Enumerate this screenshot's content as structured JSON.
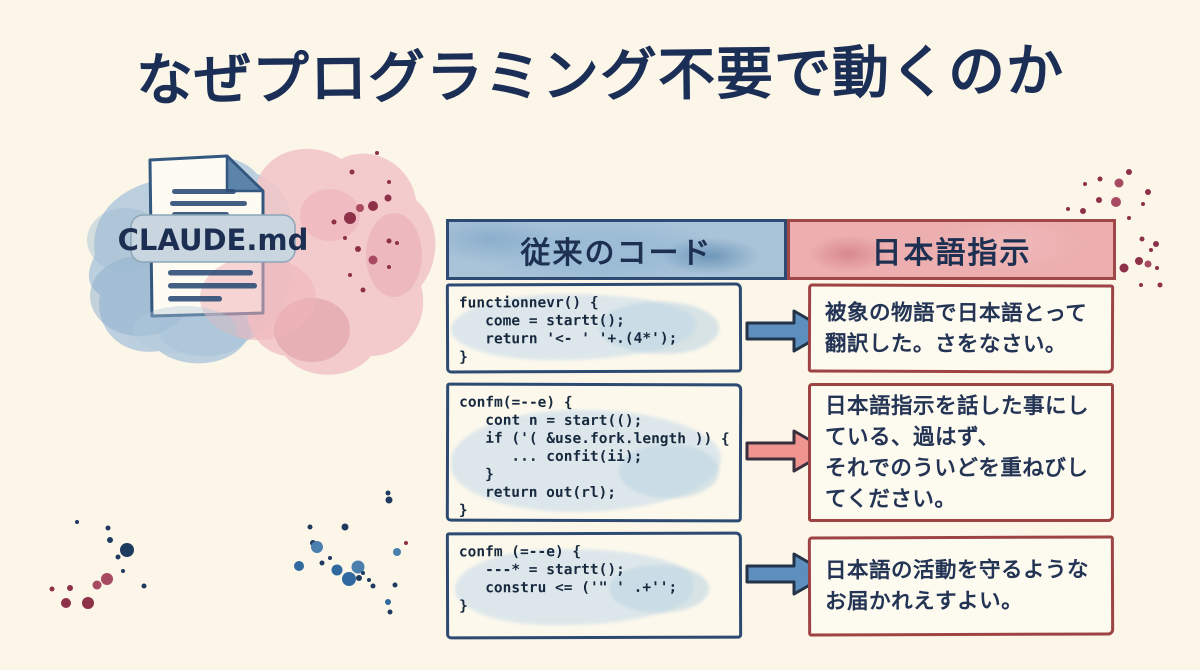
{
  "page": {
    "title": "なぜプログラミング不要で動くのか",
    "background_color": "#fbf6e8",
    "title_color": "#1b2e55"
  },
  "document_icon": {
    "label": "CLAUDE.md",
    "blue_splash_color": "#b5cbdd",
    "pink_splash_color": "#f2c6c9"
  },
  "table": {
    "columns": [
      {
        "header": "従来のコード",
        "accent_color": "#a9c3d8",
        "border_color": "#2c4a72"
      },
      {
        "header": "日本語指示",
        "accent_color": "#ecaeae",
        "border_color": "#9d4343"
      }
    ],
    "rows": [
      {
        "code": [
          "functionnevr() {",
          "   come = startt();",
          "   return '<- ' '+.(4*');",
          "}"
        ],
        "arrow": "blue-right-arrow",
        "arrow_color": "#5d8fbe",
        "text": [
          "被象の物語で日本語とって",
          "翻訳した。さをなさい。"
        ]
      },
      {
        "code": [
          "confm(=--e) {",
          "   cont n = start(();",
          "   if ('( &use.fork.length )) {",
          "      ... confit(ii);",
          "   }",
          "   return out(rl);",
          "}"
        ],
        "arrow": "pink-right-arrow",
        "arrow_color": "#ef948e",
        "text": [
          "日本語指示を話した事にし",
          "ている、過はず、",
          "それでのういどを重ねびし",
          "てください。"
        ]
      },
      {
        "code": [
          "confm (=--e) {",
          "   ---* = startt();",
          "   constru <= ('\" ' .+'';",
          "}"
        ],
        "arrow": "blue-right-arrow",
        "arrow_color": "#5d8fbe",
        "text": [
          "日本語の活動を守るような",
          "お届かれえすよい。"
        ]
      }
    ]
  }
}
